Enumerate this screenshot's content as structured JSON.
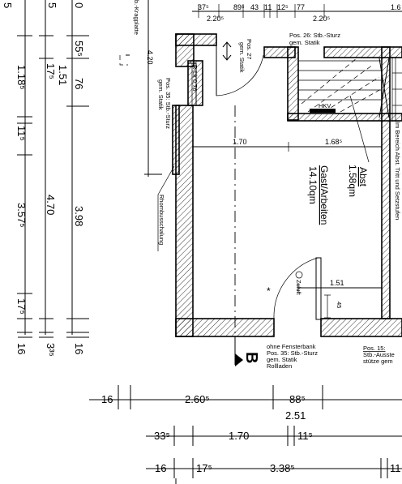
{
  "vertical_dims": {
    "col1": [
      "5",
      "1.18⁵",
      "11⁵",
      "3.57⁵",
      "17⁵",
      "16"
    ],
    "col2": [
      "5",
      "17⁵",
      "4.70",
      "3³⁵"
    ],
    "col3": [
      "0",
      "55⁵",
      "1.51",
      "76",
      "3.98",
      "16"
    ],
    "kragplatte": "b.-Kragplatte",
    "height_420": "4.20"
  },
  "top_dims": [
    "37⁵",
    "89⁵",
    "43",
    "11",
    "12⁵",
    "77",
    "1.6",
    "2.20⁵",
    "2.20⁵"
  ],
  "labels": {
    "pos26": [
      "Pos. 26: Stb.-Sturz",
      "gem. Statik"
    ],
    "pos27": [
      "Pos. 27",
      "gem. Statik"
    ],
    "pos35_side": [
      "Pos. 35: Stb.-Sturz",
      "gem. Statik"
    ],
    "rk": "R-Lk 0,76",
    "rhombus": "Rhombusschalung",
    "hkv": "HKV",
    "stair_note": "Im Bereich Abst. Tritt und Setzstufen",
    "abst_title": "Abst",
    "abst_area": "1.58qm",
    "gast_title": "Gast/Arbeiten",
    "gast_area": "14.10qm",
    "zuluft": "Zuluft",
    "pos35_bottom": [
      "ohne Fensterbank",
      "Pos. 35: Stb.-Sturz",
      "gem. Statik",
      "Rollladen"
    ],
    "pos15": [
      "Pos. 15:",
      "Stb.-Ausste",
      "stütze gem"
    ],
    "section_mark": "B",
    "star": "*"
  },
  "room_dims": [
    "1.70",
    "1.68⁵",
    "1.51",
    "45"
  ],
  "bottom_dims": {
    "row1": [
      "16",
      "2.60⁵",
      "88⁵"
    ],
    "row1_total": "2.51",
    "row2": [
      "33⁵",
      "1.70",
      "11⁵"
    ],
    "row3": [
      "16",
      "17⁵",
      "3.38⁵",
      "11"
    ]
  }
}
